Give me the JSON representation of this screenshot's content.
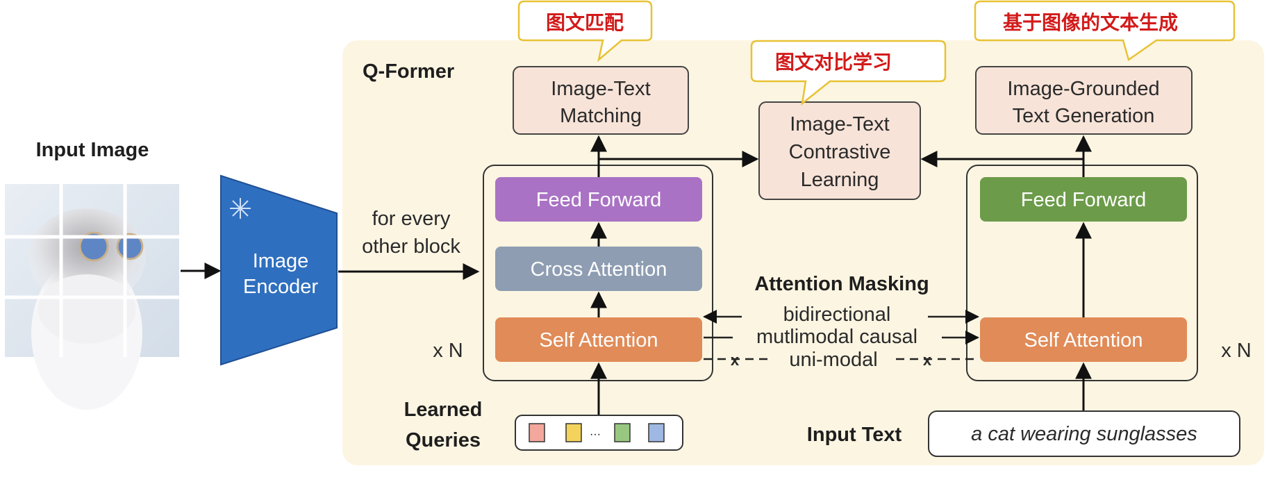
{
  "colors": {
    "qformer_bg": "#fcf5e2",
    "encoder": "#2f6fbf",
    "feed_forward_left": "#a972c4",
    "cross_attention": "#8e9db2",
    "self_attention": "#e08b58",
    "feed_forward_right": "#6c9b4a",
    "objective_box": "#f7e3d8",
    "callout_border": "#e8c234",
    "callout_text": "#d21a1a",
    "query_tokens": [
      "#f4a79c",
      "#f3d35c",
      "#98c77f",
      "#9fb8e3"
    ]
  },
  "input_image": {
    "label": "Input Image"
  },
  "encoder": {
    "line1": "Image",
    "line2": "Encoder",
    "icon": "snowflake-icon"
  },
  "cross_link": {
    "line1": "for every",
    "line2": "other block"
  },
  "qformer": {
    "title": "Q-Former"
  },
  "left_block": {
    "feed_forward": "Feed Forward",
    "cross_attention": "Cross Attention",
    "self_attention": "Self Attention",
    "repeat": "x N"
  },
  "right_block": {
    "feed_forward": "Feed Forward",
    "self_attention": "Self Attention",
    "repeat": "x N"
  },
  "objectives": {
    "itm": {
      "line1": "Image-Text",
      "line2": "Matching",
      "callout": "图文匹配"
    },
    "itc": {
      "line1": "Image-Text",
      "line2": "Contrastive",
      "line3": "Learning",
      "callout": "图文对比学习"
    },
    "itg": {
      "line1": "Image-Grounded",
      "line2": "Text Generation",
      "callout": "基于图像的文本生成"
    }
  },
  "masking": {
    "title": "Attention Masking",
    "bidirectional": "bidirectional",
    "multimodal_causal": "mutlimodal causal",
    "uni_modal": "uni-modal",
    "blocked_mark": "x"
  },
  "queries": {
    "line1": "Learned",
    "line2": "Queries",
    "ellipsis": "···"
  },
  "input_text": {
    "label": "Input Text",
    "value": "a cat wearing sunglasses"
  }
}
